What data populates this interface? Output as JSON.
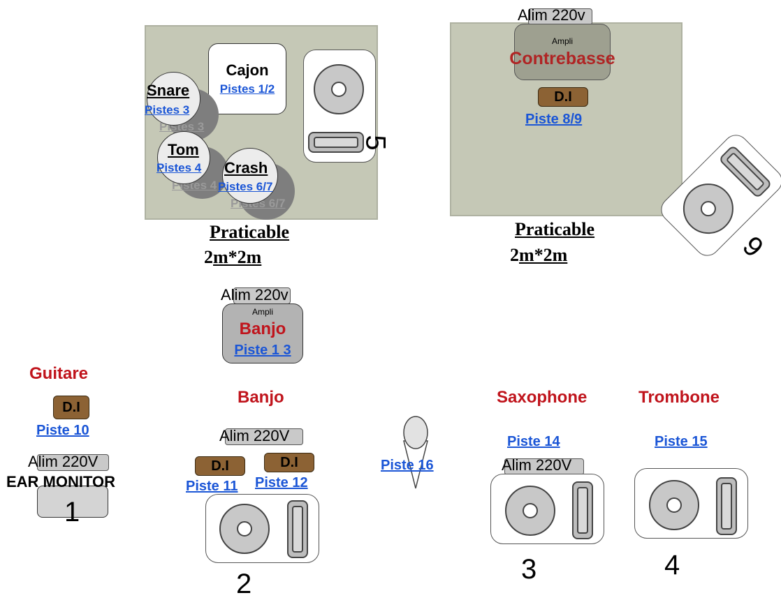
{
  "platforms": {
    "left": {
      "label": "Praticable",
      "size_prefix": "2",
      "size_rest": "m*2m"
    },
    "right": {
      "label": "Praticable",
      "size_prefix": "2",
      "size_rest": "m*2m"
    }
  },
  "drums": {
    "cajon": {
      "name": "Cajon",
      "track": "Pistes 1/2"
    },
    "snare": {
      "name": "Snare",
      "track": "Pistes 3",
      "ghost": "Pistes 3"
    },
    "tom": {
      "name": "Tom",
      "track": "Pistes 4",
      "ghost": "Pistes 4"
    },
    "crash": {
      "name": "Crash",
      "track": "Pistes 6/7",
      "ghost": "Pistes 6/7"
    }
  },
  "bass": {
    "alim": "Alim 220v",
    "amp_small": "Ampli",
    "amp_name": "Contrebasse",
    "di": "D.I",
    "track": "Piste 8/9"
  },
  "banjo_amp": {
    "alim": "Alim 220v",
    "amp_small": "Ampli",
    "amp_name": "Banjo",
    "track": "Piste 1 3"
  },
  "guitar": {
    "name": "Guitare",
    "di": "D.I",
    "track": "Piste 10",
    "alim": "Alim 220V",
    "ear_monitor": "EAR MONITOR",
    "wedge_number": "1"
  },
  "banjo": {
    "name": "Banjo",
    "alim": "Alim 220V",
    "di_left": "D.I",
    "di_right": "D.I",
    "track_left": "Piste 11",
    "track_right": "Piste 12",
    "wedge_number": "2"
  },
  "vocal_mic": {
    "track": "Piste 16"
  },
  "saxophone": {
    "name": "Saxophone",
    "track": "Piste 14",
    "alim": "Alim 220V",
    "wedge_number": "3"
  },
  "trombone": {
    "name": "Trombone",
    "track": "Piste 15",
    "wedge_number": "4"
  },
  "wedge_drums": {
    "number": "5"
  },
  "wedge_bass": {
    "number": "6"
  },
  "colors": {
    "platform": "#c5c8b6",
    "track_link": "#1a55d6",
    "instrument_label": "#c0141c",
    "di_box": "#8c6234"
  }
}
